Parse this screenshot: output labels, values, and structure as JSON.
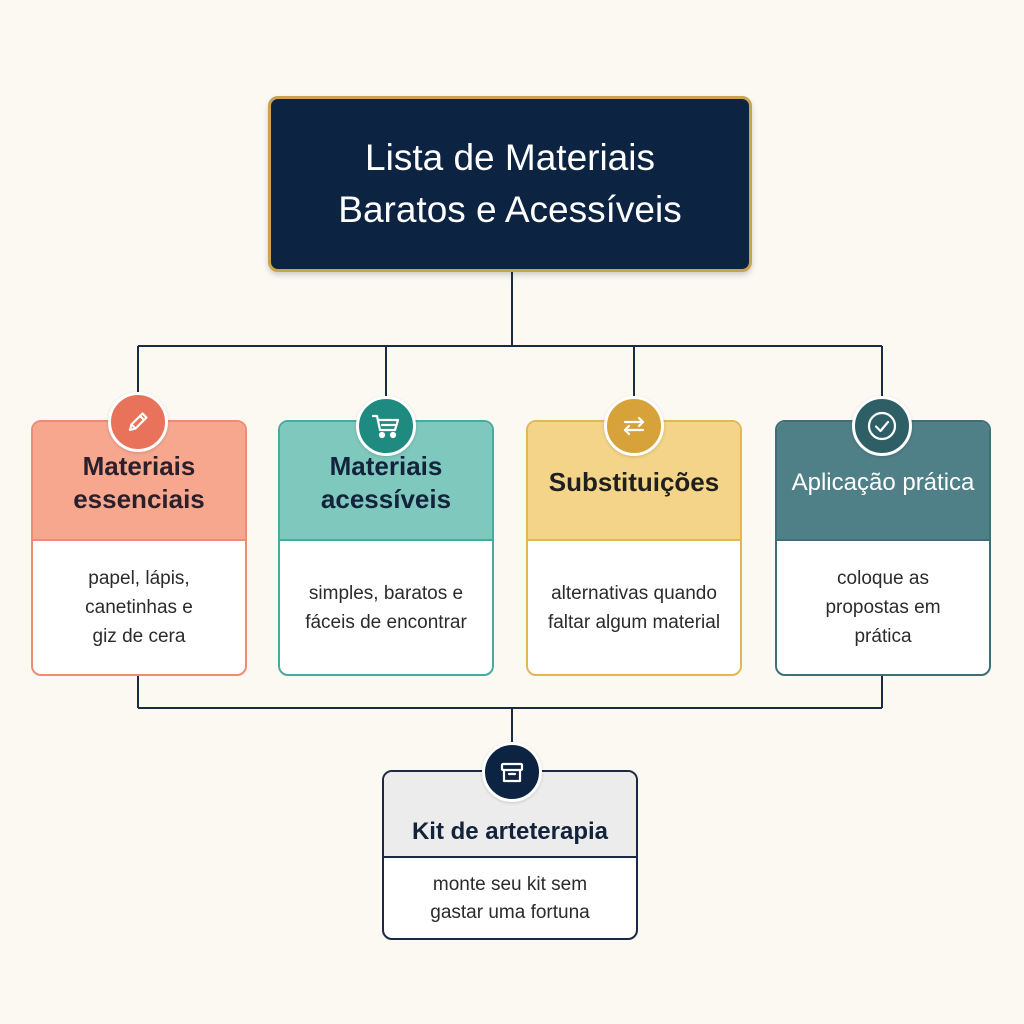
{
  "root": {
    "line1": "Lista de Materiais",
    "line2": "Baratos e Acessíveis"
  },
  "categories": [
    {
      "title_line1": "Materiais",
      "title_line2": "essenciais",
      "icon": "pencil-icon",
      "color": "#f6a78e",
      "desc_line1": "papel, lápis,",
      "desc_line2": "canetinhas e",
      "desc_line3": "giz de cera"
    },
    {
      "title_line1": "Materiais",
      "title_line2": "acessíveis",
      "icon": "cart-icon",
      "color": "#7fc8bd",
      "desc_line1": "simples, baratos e",
      "desc_line2": "fáceis de encontrar"
    },
    {
      "title_line1": "Substituições",
      "icon": "swap-arrows-icon",
      "color": "#f4d488",
      "desc_line1": "alternativas quando",
      "desc_line2": "faltar algum material"
    },
    {
      "title_line1": "Aplicação prática",
      "icon": "check-circle-icon",
      "color": "#4f8087",
      "desc_line1": "coloque as",
      "desc_line2": "propostas em",
      "desc_line3": "prática"
    }
  ],
  "kit": {
    "title": "Kit de arteterapia",
    "icon": "box-icon",
    "color": "#0d2342",
    "desc_line1": "monte seu kit sem",
    "desc_line2": "gastar uma fortuna"
  }
}
